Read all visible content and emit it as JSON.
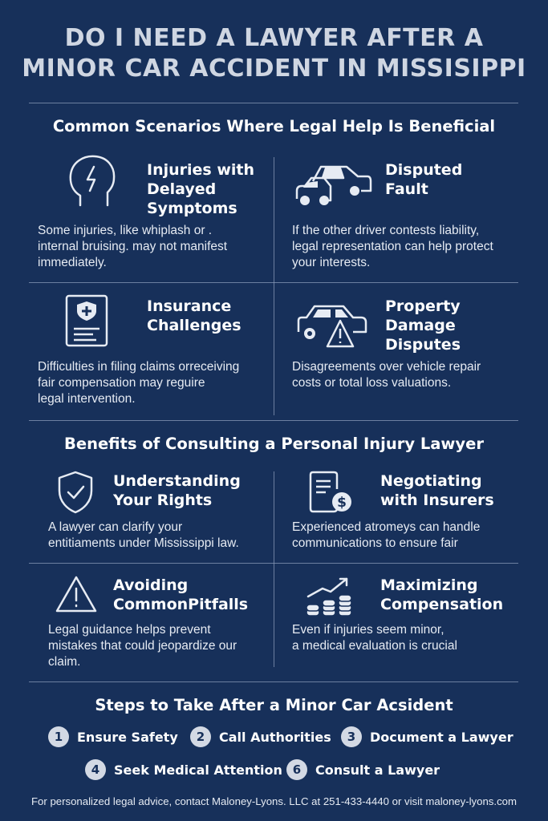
{
  "title": {
    "line1": "DO I NEED A LAWYER AFTER A",
    "line2": "MINOR CAR ACCIDENT IN MISSISIPPI"
  },
  "scenarios": {
    "heading": "Common Scenarios Where Legal Help Is Beneficial",
    "items": [
      {
        "icon": "head-lightning-icon",
        "title_lines": [
          "Injuries with",
          "Delayed",
          "Symptoms"
        ],
        "desc_lines": [
          "Some injuries, like whiplash or .",
          "internal bruising. may not manifest",
          "immediately."
        ]
      },
      {
        "icon": "car-collision-icon",
        "title_lines": [
          "Disputed",
          "Fault"
        ],
        "desc_lines": [
          "If the other driver contests liability,",
          "legal representation can help protect",
          "your interests."
        ]
      },
      {
        "icon": "insurance-document-icon",
        "title_lines": [
          "Insurance",
          "Challenges"
        ],
        "desc_lines": [
          "Difficulties in filing claims orreceiving",
          "fair compensation may reguire",
          "legal intervention."
        ]
      },
      {
        "icon": "car-warning-icon",
        "title_lines": [
          "Property",
          "Damage",
          "Disputes"
        ],
        "desc_lines": [
          "Disagreements over vehicle repair",
          "costs or total loss valuations."
        ]
      }
    ]
  },
  "benefits": {
    "heading": "Benefits of Consulting a Personal Injury Lawyer",
    "items": [
      {
        "icon": "shield-check-icon",
        "title_lines": [
          "Understanding",
          "Your Rights"
        ],
        "desc_lines": [
          "A lawyer can clarify your",
          "entitiaments under Mississippi law."
        ]
      },
      {
        "icon": "document-dollar-icon",
        "title_lines": [
          "Negotiating",
          "with Insurers"
        ],
        "desc_lines": [
          "Experienced atromeys can handle",
          "communications to ensure fair"
        ]
      },
      {
        "icon": "warning-triangle-icon",
        "title_lines": [
          "Avoiding",
          "CommonPitfalls"
        ],
        "desc_lines": [
          "Legal guidance helps prevent",
          "mistakes that could jeopardize our",
          "claim."
        ]
      },
      {
        "icon": "coins-growth-icon",
        "title_lines": [
          "Maximizing",
          "Compensation"
        ],
        "desc_lines": [
          "Even if injuries seem minor,",
          "a medical evaluation is crucial"
        ]
      }
    ]
  },
  "steps": {
    "heading": "Steps to Take After a Minor Car Acsident",
    "items": [
      {
        "num": "1",
        "label": "Ensure Safety"
      },
      {
        "num": "2",
        "label": "Call Authorities"
      },
      {
        "num": "3",
        "label": "Document a Lawyer"
      },
      {
        "num": "4",
        "label": "Seek Medical Attention"
      },
      {
        "num": "6",
        "label": "Consult a Lawyer"
      }
    ]
  },
  "footer": "For personalized legal advice, contact Maloney-Lyons. LLC at 251-433-4440 or visit maloney-lyons.com",
  "colors": {
    "background": "#17305a",
    "title": "#cfd6e2",
    "text": "#ffffff",
    "divider": "#8a9ab8"
  }
}
